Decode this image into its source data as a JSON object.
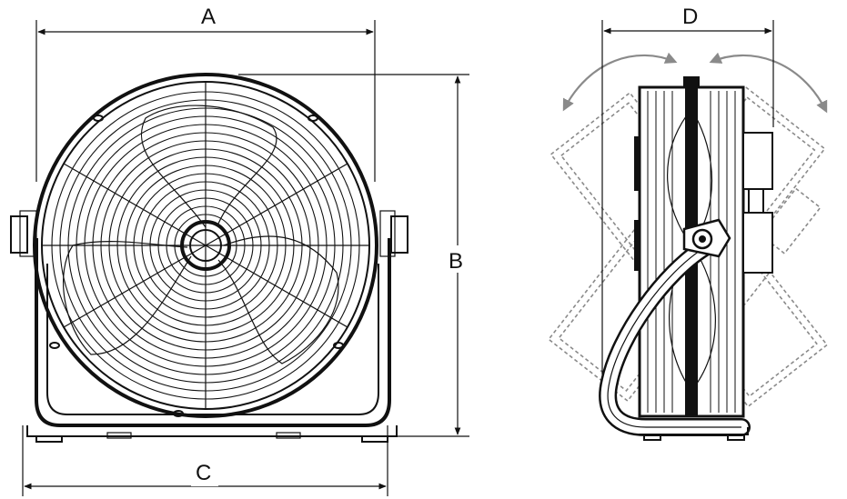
{
  "labels": {
    "dim_a": "A",
    "dim_b": "B",
    "dim_c": "C",
    "dim_d": "D"
  },
  "colors": {
    "line": "#111111",
    "tilt_outline": "#8a8a8a"
  },
  "icons": {
    "front_view": "floor-fan-front-view",
    "side_view": "floor-fan-side-view",
    "tilt_arrows": "curved-double-arrow"
  }
}
